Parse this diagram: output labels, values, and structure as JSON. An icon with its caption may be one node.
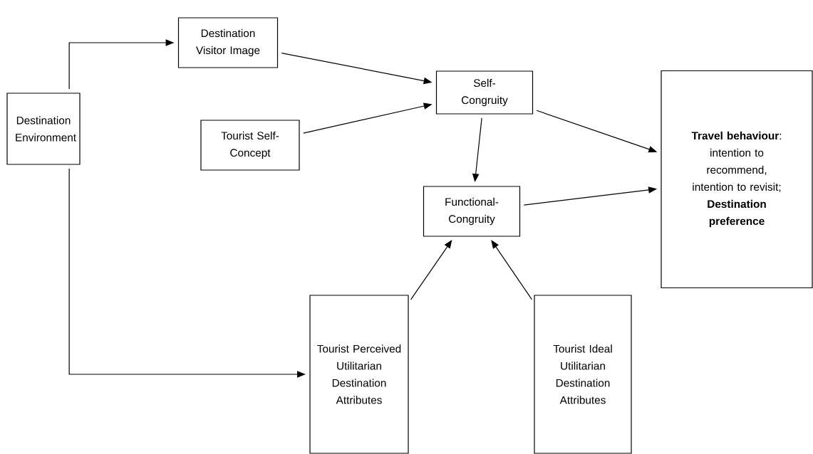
{
  "diagram": {
    "nodes": [
      {
        "text": [
          "Destination Environment"
        ]
      },
      {
        "text": [
          "Destination Visitor Image"
        ]
      },
      {
        "text": [
          "Self-Congruity"
        ]
      },
      {
        "text": [
          "Tourist Self-Concept"
        ]
      },
      {
        "text": [
          "**Travel behaviour**: intention to recommend, intention to revisit; **Destination preference**"
        ]
      },
      {
        "text": [
          "Functional-Congruity"
        ]
      },
      {
        "text": [
          "Tourist Perceived Utilitarian Destination Attributes"
        ]
      },
      {
        "text": [
          "Tourist Ideal Utilitarian Destination Attributes"
        ]
      }
    ],
    "edges": [
      {
        "from": 0,
        "to": 1,
        "arrow": "to"
      },
      {
        "from": 0,
        "to": 6,
        "arrow": "to"
      },
      {
        "from": 1,
        "to": 2,
        "arrow": "to"
      },
      {
        "from": 3,
        "to": 2,
        "arrow": "to"
      },
      {
        "from": 2,
        "to": 4,
        "arrow": "to"
      },
      {
        "from": 2,
        "to": 5,
        "arrow": "to"
      },
      {
        "from": 5,
        "to": 4,
        "arrow": "to"
      },
      {
        "from": 6,
        "to": 5,
        "arrow": "to"
      },
      {
        "from": 7,
        "to": 5,
        "arrow": "to"
      }
    ]
  }
}
